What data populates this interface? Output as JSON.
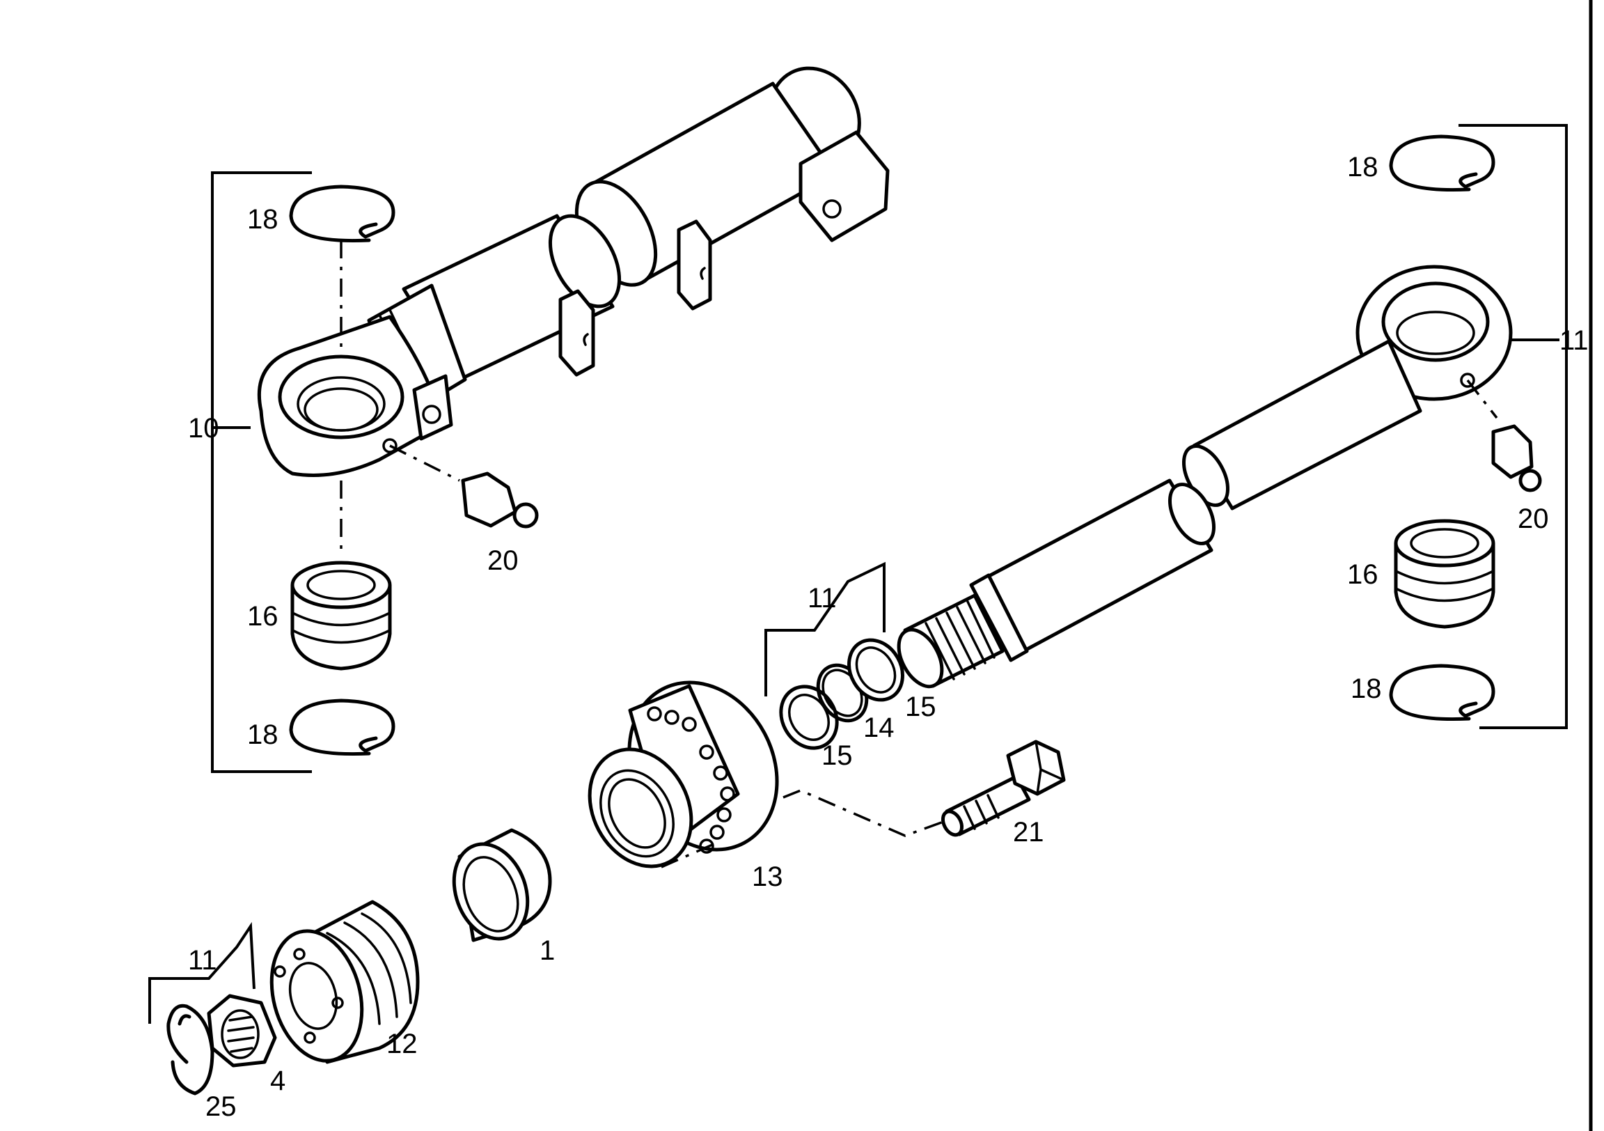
{
  "labels": {
    "ring_top_left": "18",
    "ring_bottom_left": "18",
    "bushing_left": "16",
    "barrel_eye": "10",
    "nipple_left": "20",
    "ring_top_right": "18",
    "ring_bottom_right": "18",
    "bushing_right": "16",
    "kit_right": "11",
    "nipple_right": "20",
    "kit_middle": "11",
    "seal_15a": "15",
    "seal_14": "14",
    "seal_15b": "15",
    "bolt": "21",
    "head": "13",
    "wear_ring": "1",
    "kit_bottom": "11",
    "piston": "12",
    "nut": "4",
    "snap_ring": "25"
  }
}
